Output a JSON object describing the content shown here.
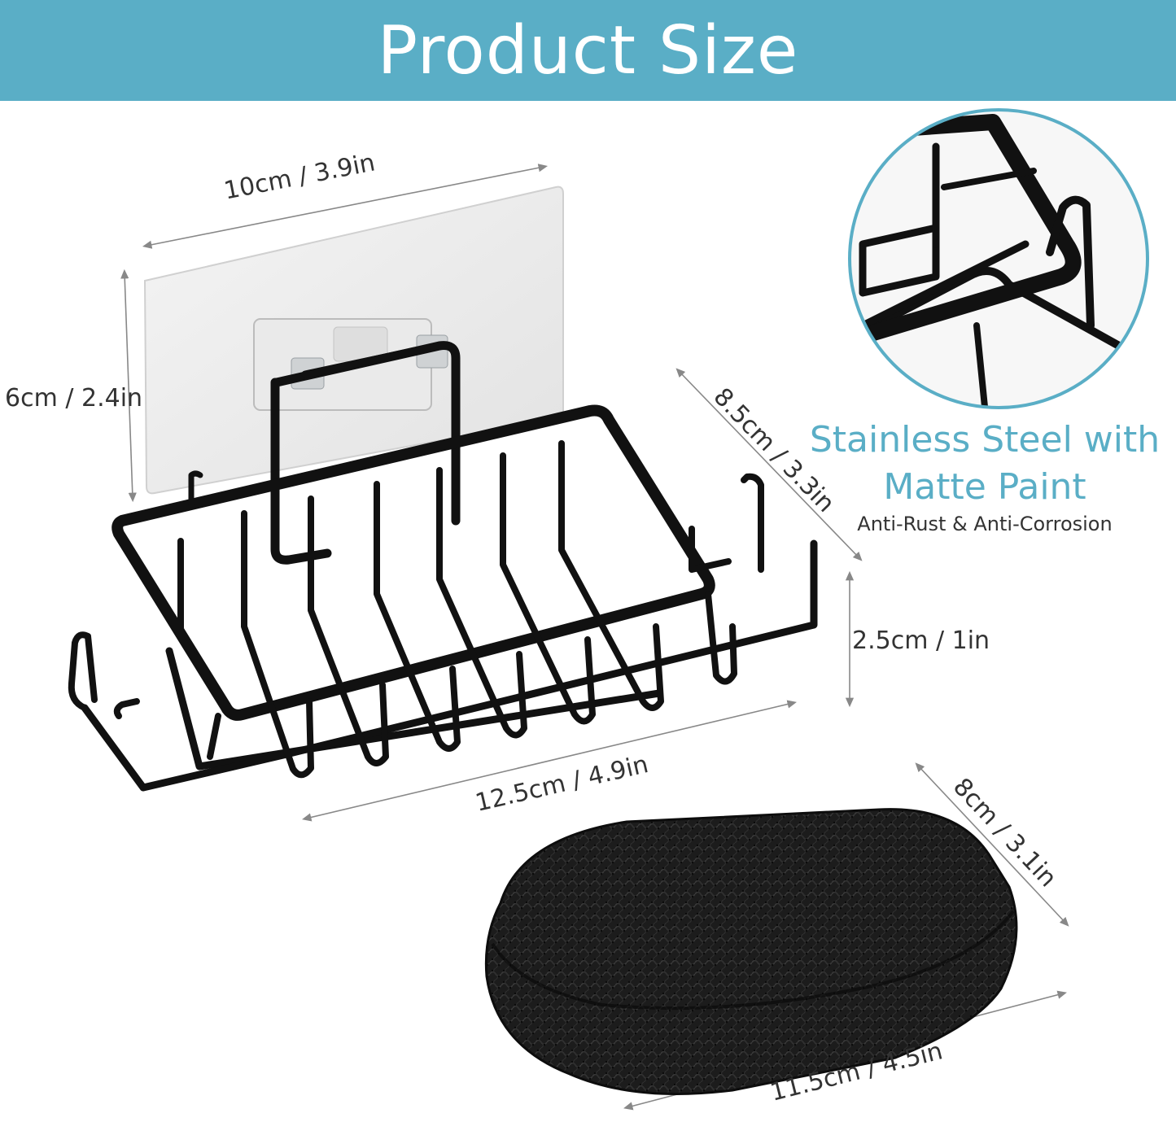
{
  "banner": {
    "title": "Product Size",
    "color": "#5aaec6"
  },
  "dimensions": {
    "pad_width": "10cm / 3.9in",
    "pad_height": "6cm / 2.4in",
    "dish_depth": "8.5cm / 3.3in",
    "dish_height": "2.5cm / 1in",
    "dish_width": "12.5cm / 4.9in",
    "sponge_depth": "8cm / 3.1in",
    "sponge_width": "11.5cm / 4.5in"
  },
  "feature": {
    "title_line1": "Stainless Steel with",
    "title_line2": "Matte Paint",
    "subtitle": "Anti-Rust & Anti-Corrosion",
    "color": "#5aaec6"
  },
  "icons": [
    "adhesive-pad-icon",
    "soap-dish-icon",
    "sponge-pad-icon",
    "zoom-detail-icon"
  ]
}
